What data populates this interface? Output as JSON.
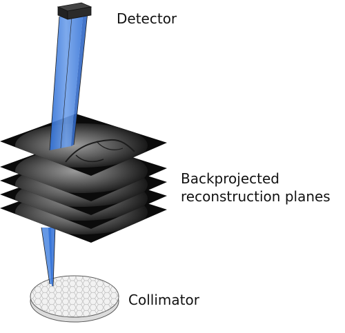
{
  "labels": {
    "detector": "Detector",
    "planes_line1": "Backprojected",
    "planes_line2": "reconstruction planes",
    "collimator": "Collimator"
  },
  "colors": {
    "beam_blue": "#4a86e0",
    "beam_light": "#8fb7f0",
    "detector_body": "#2b2b2b",
    "plane_black": "#0b0b0b",
    "collimator_fill": "#f2f2f2",
    "hex_pattern": "#b8b8b8"
  },
  "plane_count": 5
}
